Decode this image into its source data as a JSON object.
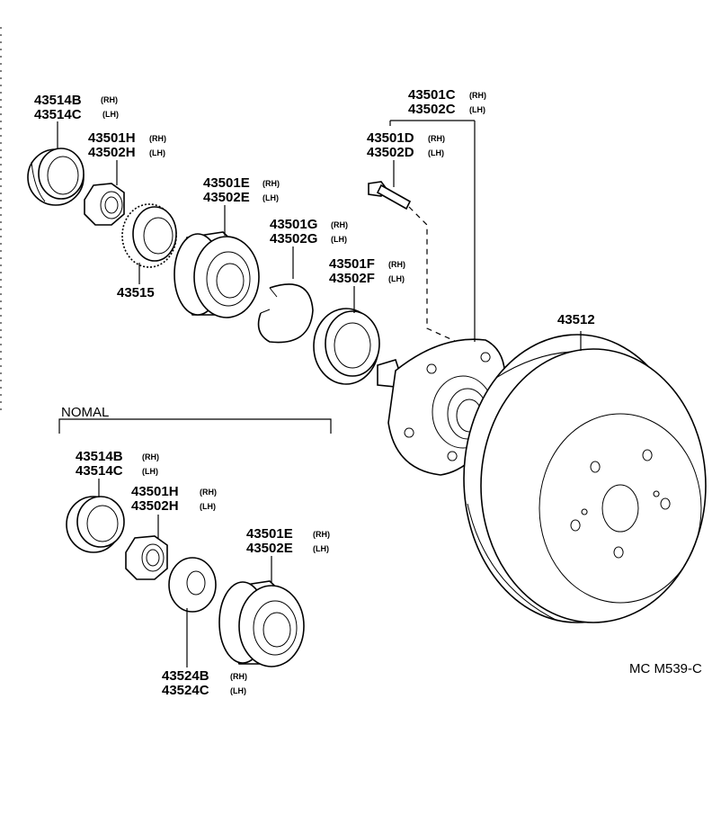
{
  "labels": {
    "bearing_case_top": {
      "line1": "43514B",
      "line1_side": "(RH)",
      "line2": "43514C",
      "line2_side": "(LH)"
    },
    "nut_top": {
      "line1": "43501H",
      "line1_side": "(RH)",
      "line2": "43502H",
      "line2_side": "(LH)"
    },
    "bearing_top": {
      "line1": "43501E",
      "line1_side": "(RH)",
      "line2": "43502E",
      "line2_side": "(LH)"
    },
    "snap_ring": {
      "line1": "43501G",
      "line1_side": "(RH)",
      "line2": "43502G",
      "line2_side": "(LH)"
    },
    "seal": {
      "line1": "43501F",
      "line1_side": "(RH)",
      "line2": "43502F",
      "line2_side": "(LH)"
    },
    "hub_bolt": {
      "line1": "43501D",
      "line1_side": "(RH)",
      "line2": "43502D",
      "line2_side": "(LH)"
    },
    "hub": {
      "line1": "43501C",
      "line1_side": "(RH)",
      "line2": "43502C",
      "line2_side": "(LH)"
    },
    "sensor_rotor": {
      "line1": "43515"
    },
    "disc": {
      "line1": "43512"
    },
    "nomal_heading": "NOMAL",
    "bearing_case_bottom": {
      "line1": "43514B",
      "line1_side": "(RH)",
      "line2": "43514C",
      "line2_side": "(LH)"
    },
    "nut_bottom": {
      "line1": "43501H",
      "line1_side": "(RH)",
      "line2": "43502H",
      "line2_side": "(LH)"
    },
    "bearing_bottom": {
      "line1": "43501E",
      "line1_side": "(RH)",
      "line2": "43502E",
      "line2_side": "(LH)"
    },
    "washer_bottom": {
      "line1": "43524B",
      "line1_side": "(RH)",
      "line2": "43524C",
      "line2_side": "(LH)"
    },
    "ref_code": "MC M539-C"
  }
}
